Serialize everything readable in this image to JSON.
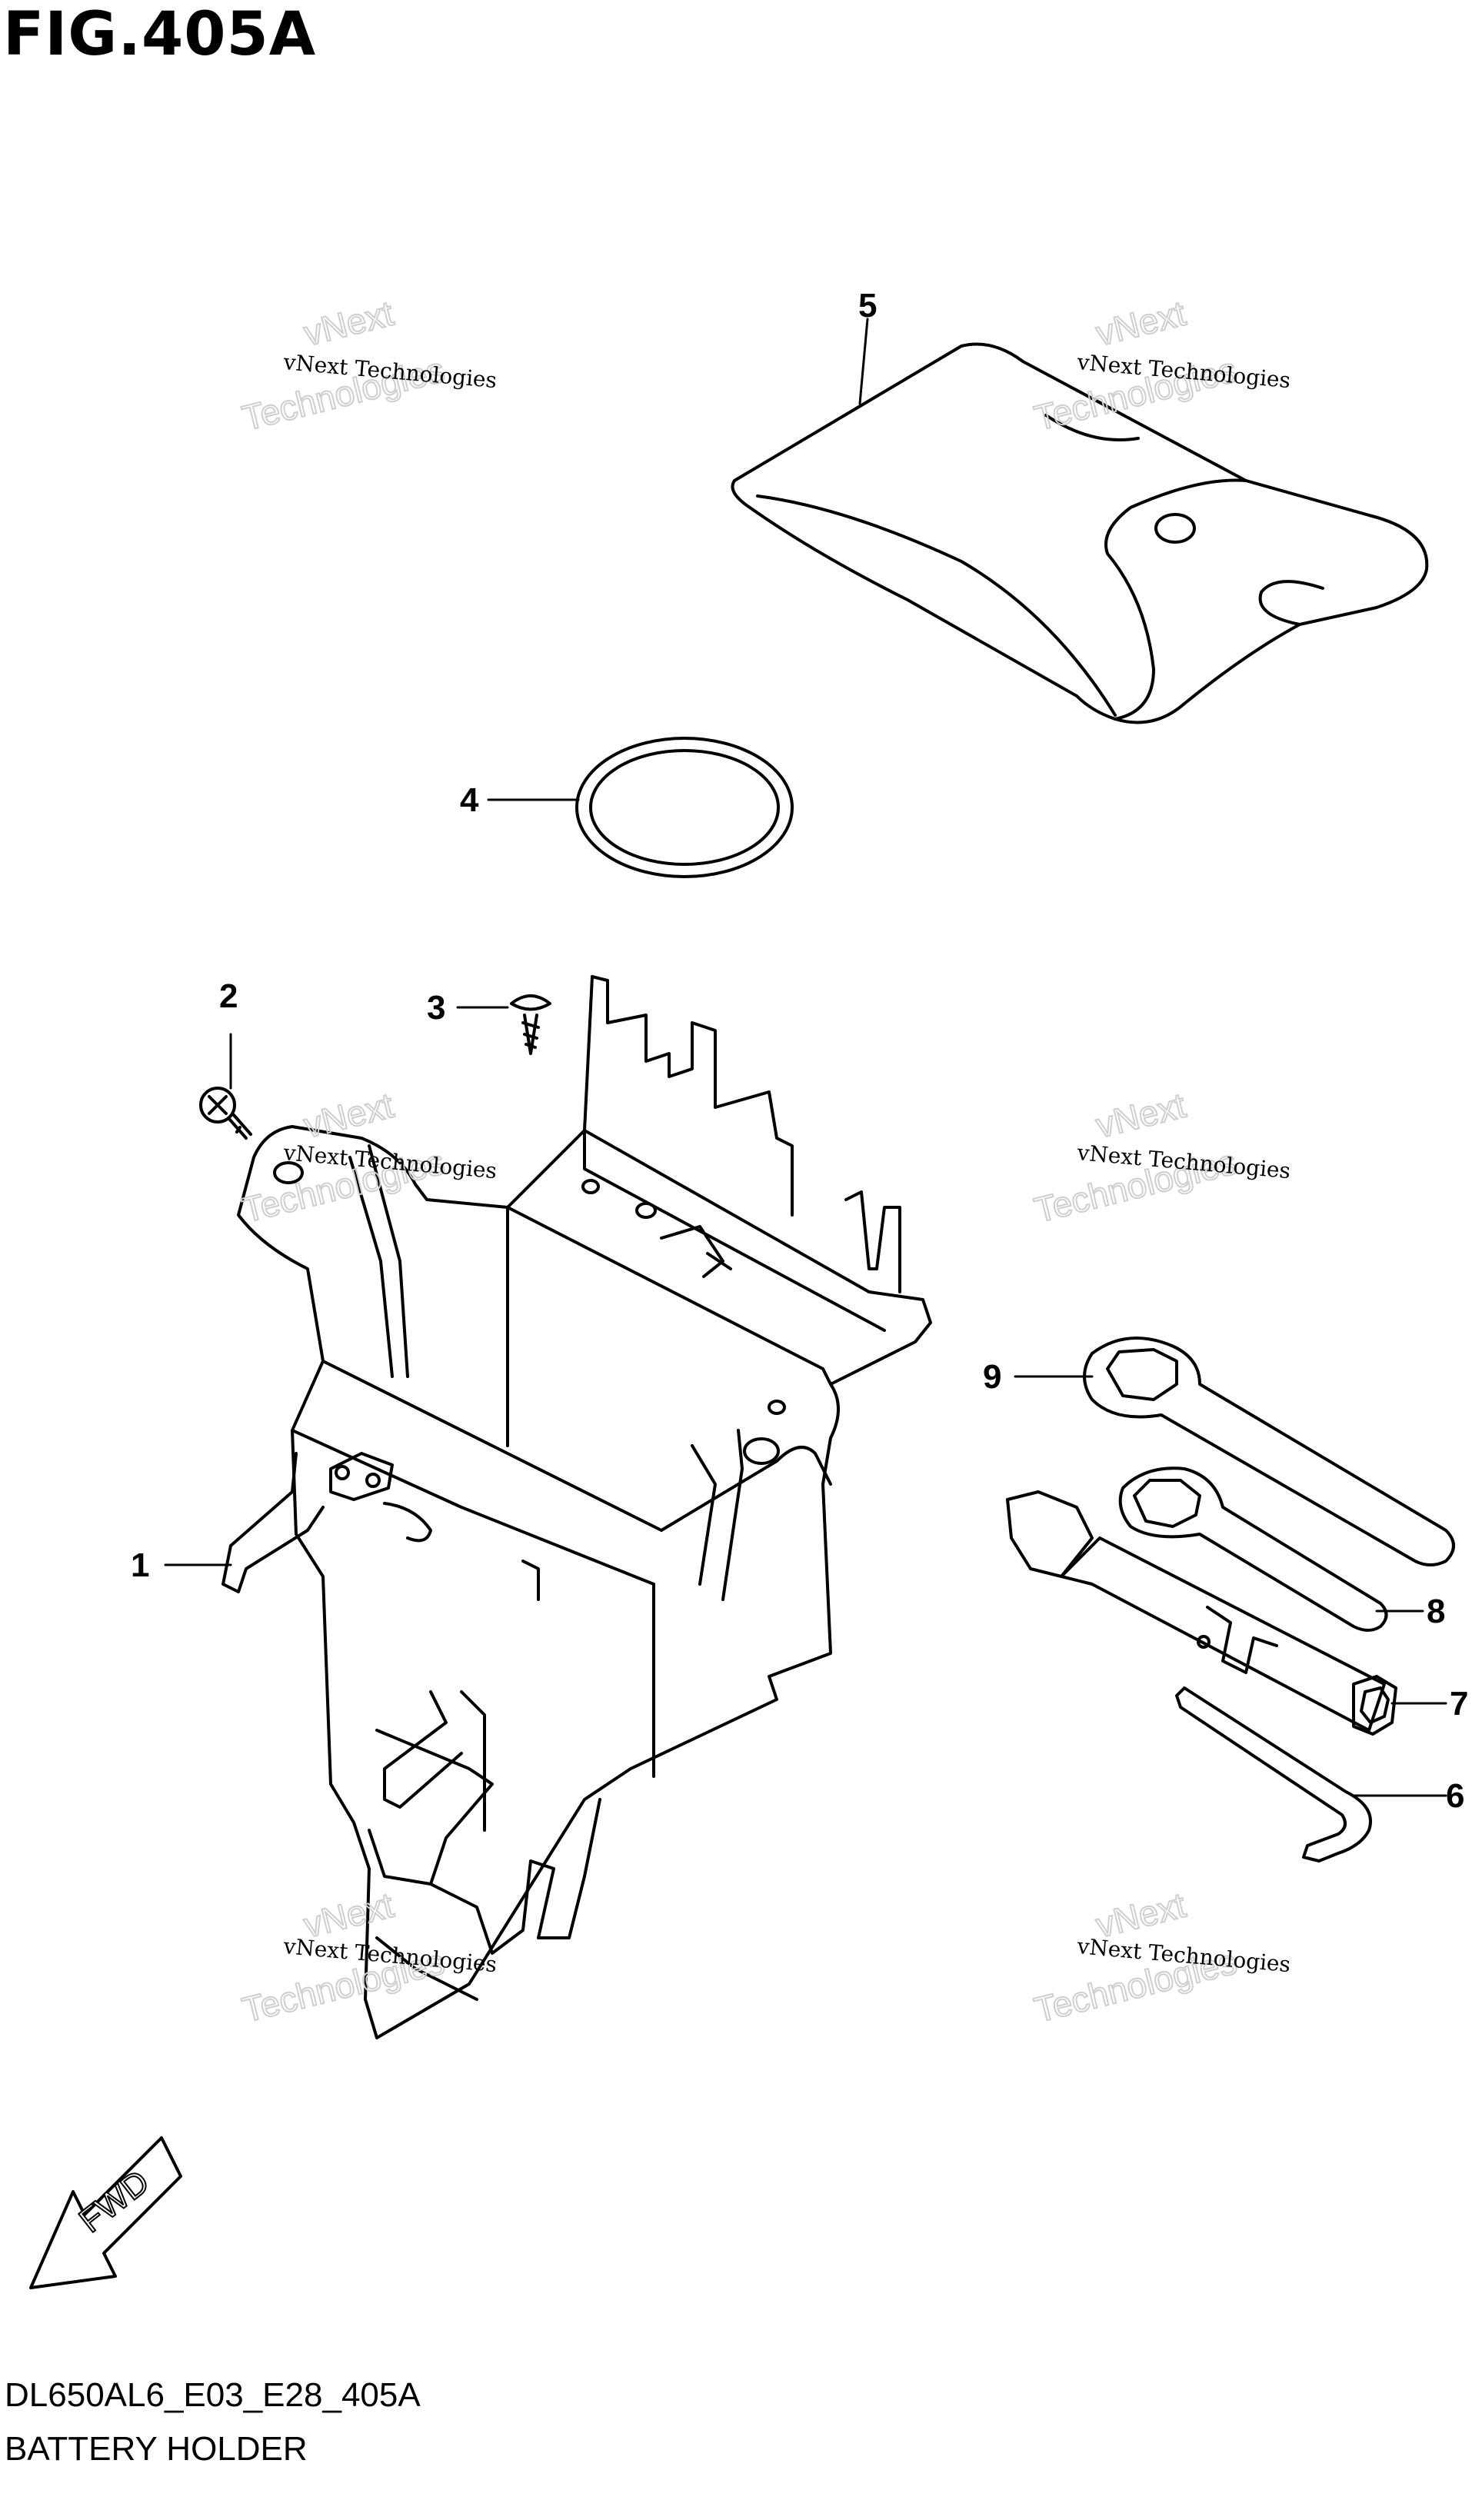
{
  "figure": {
    "title": "FIG.405A",
    "code": "DL650AL6_E03_E28_405A",
    "name": "BATTERY HOLDER"
  },
  "callouts": [
    {
      "id": "1",
      "label": "1"
    },
    {
      "id": "2",
      "label": "2"
    },
    {
      "id": "3",
      "label": "3"
    },
    {
      "id": "4",
      "label": "4"
    },
    {
      "id": "5",
      "label": "5"
    },
    {
      "id": "6",
      "label": "6"
    },
    {
      "id": "7",
      "label": "7"
    },
    {
      "id": "8",
      "label": "8"
    },
    {
      "id": "9",
      "label": "9"
    }
  ],
  "watermark": {
    "small": "vNext Technologies",
    "big_top": "vNext",
    "big_bottom": "Technologies"
  },
  "direction_badge": {
    "label": "FWD"
  },
  "colors": {
    "line": "#000000",
    "watermark": "#cfcfcf"
  }
}
